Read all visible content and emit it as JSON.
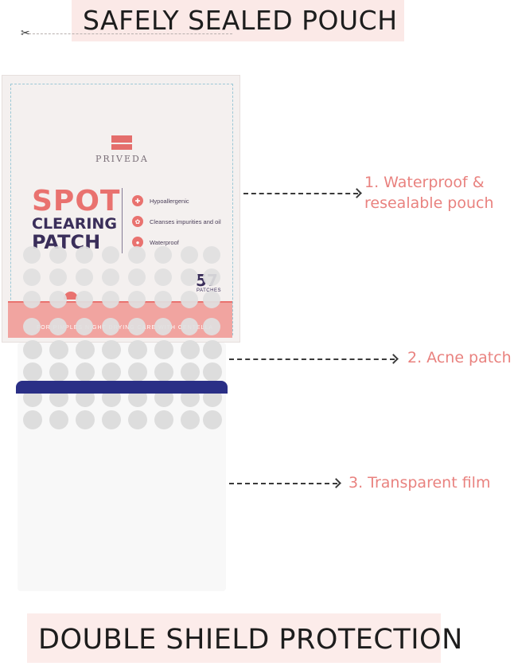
{
  "banners": {
    "top": "SAFELY SEALED POUCH",
    "bottom": "DOUBLE SHIELD PROTECTION"
  },
  "pouch": {
    "scissors_icon": "scissors-icon",
    "brand": "PRIVEDA",
    "product_line1": "SPOT",
    "product_line2": "CLEARING",
    "product_line3": "PATCH",
    "features": [
      "Hypoallergenic",
      "Cleanses impurities and oil",
      "Waterproof"
    ],
    "count": "57",
    "count_label": "PATCHES",
    "band_text": "FOR PIMPLES   NIGHT DRYING   CARE WITH CENTELLA"
  },
  "callouts": {
    "one_line1": "1. Waterproof &",
    "one_line2": "resealable pouch",
    "two": "2. Acne patch",
    "three": "3. Transparent film"
  },
  "colors": {
    "accent": "#e9726f",
    "label": "#e9827f",
    "navy": "#2a2f86",
    "banner_bg": "#fbe9e7"
  }
}
